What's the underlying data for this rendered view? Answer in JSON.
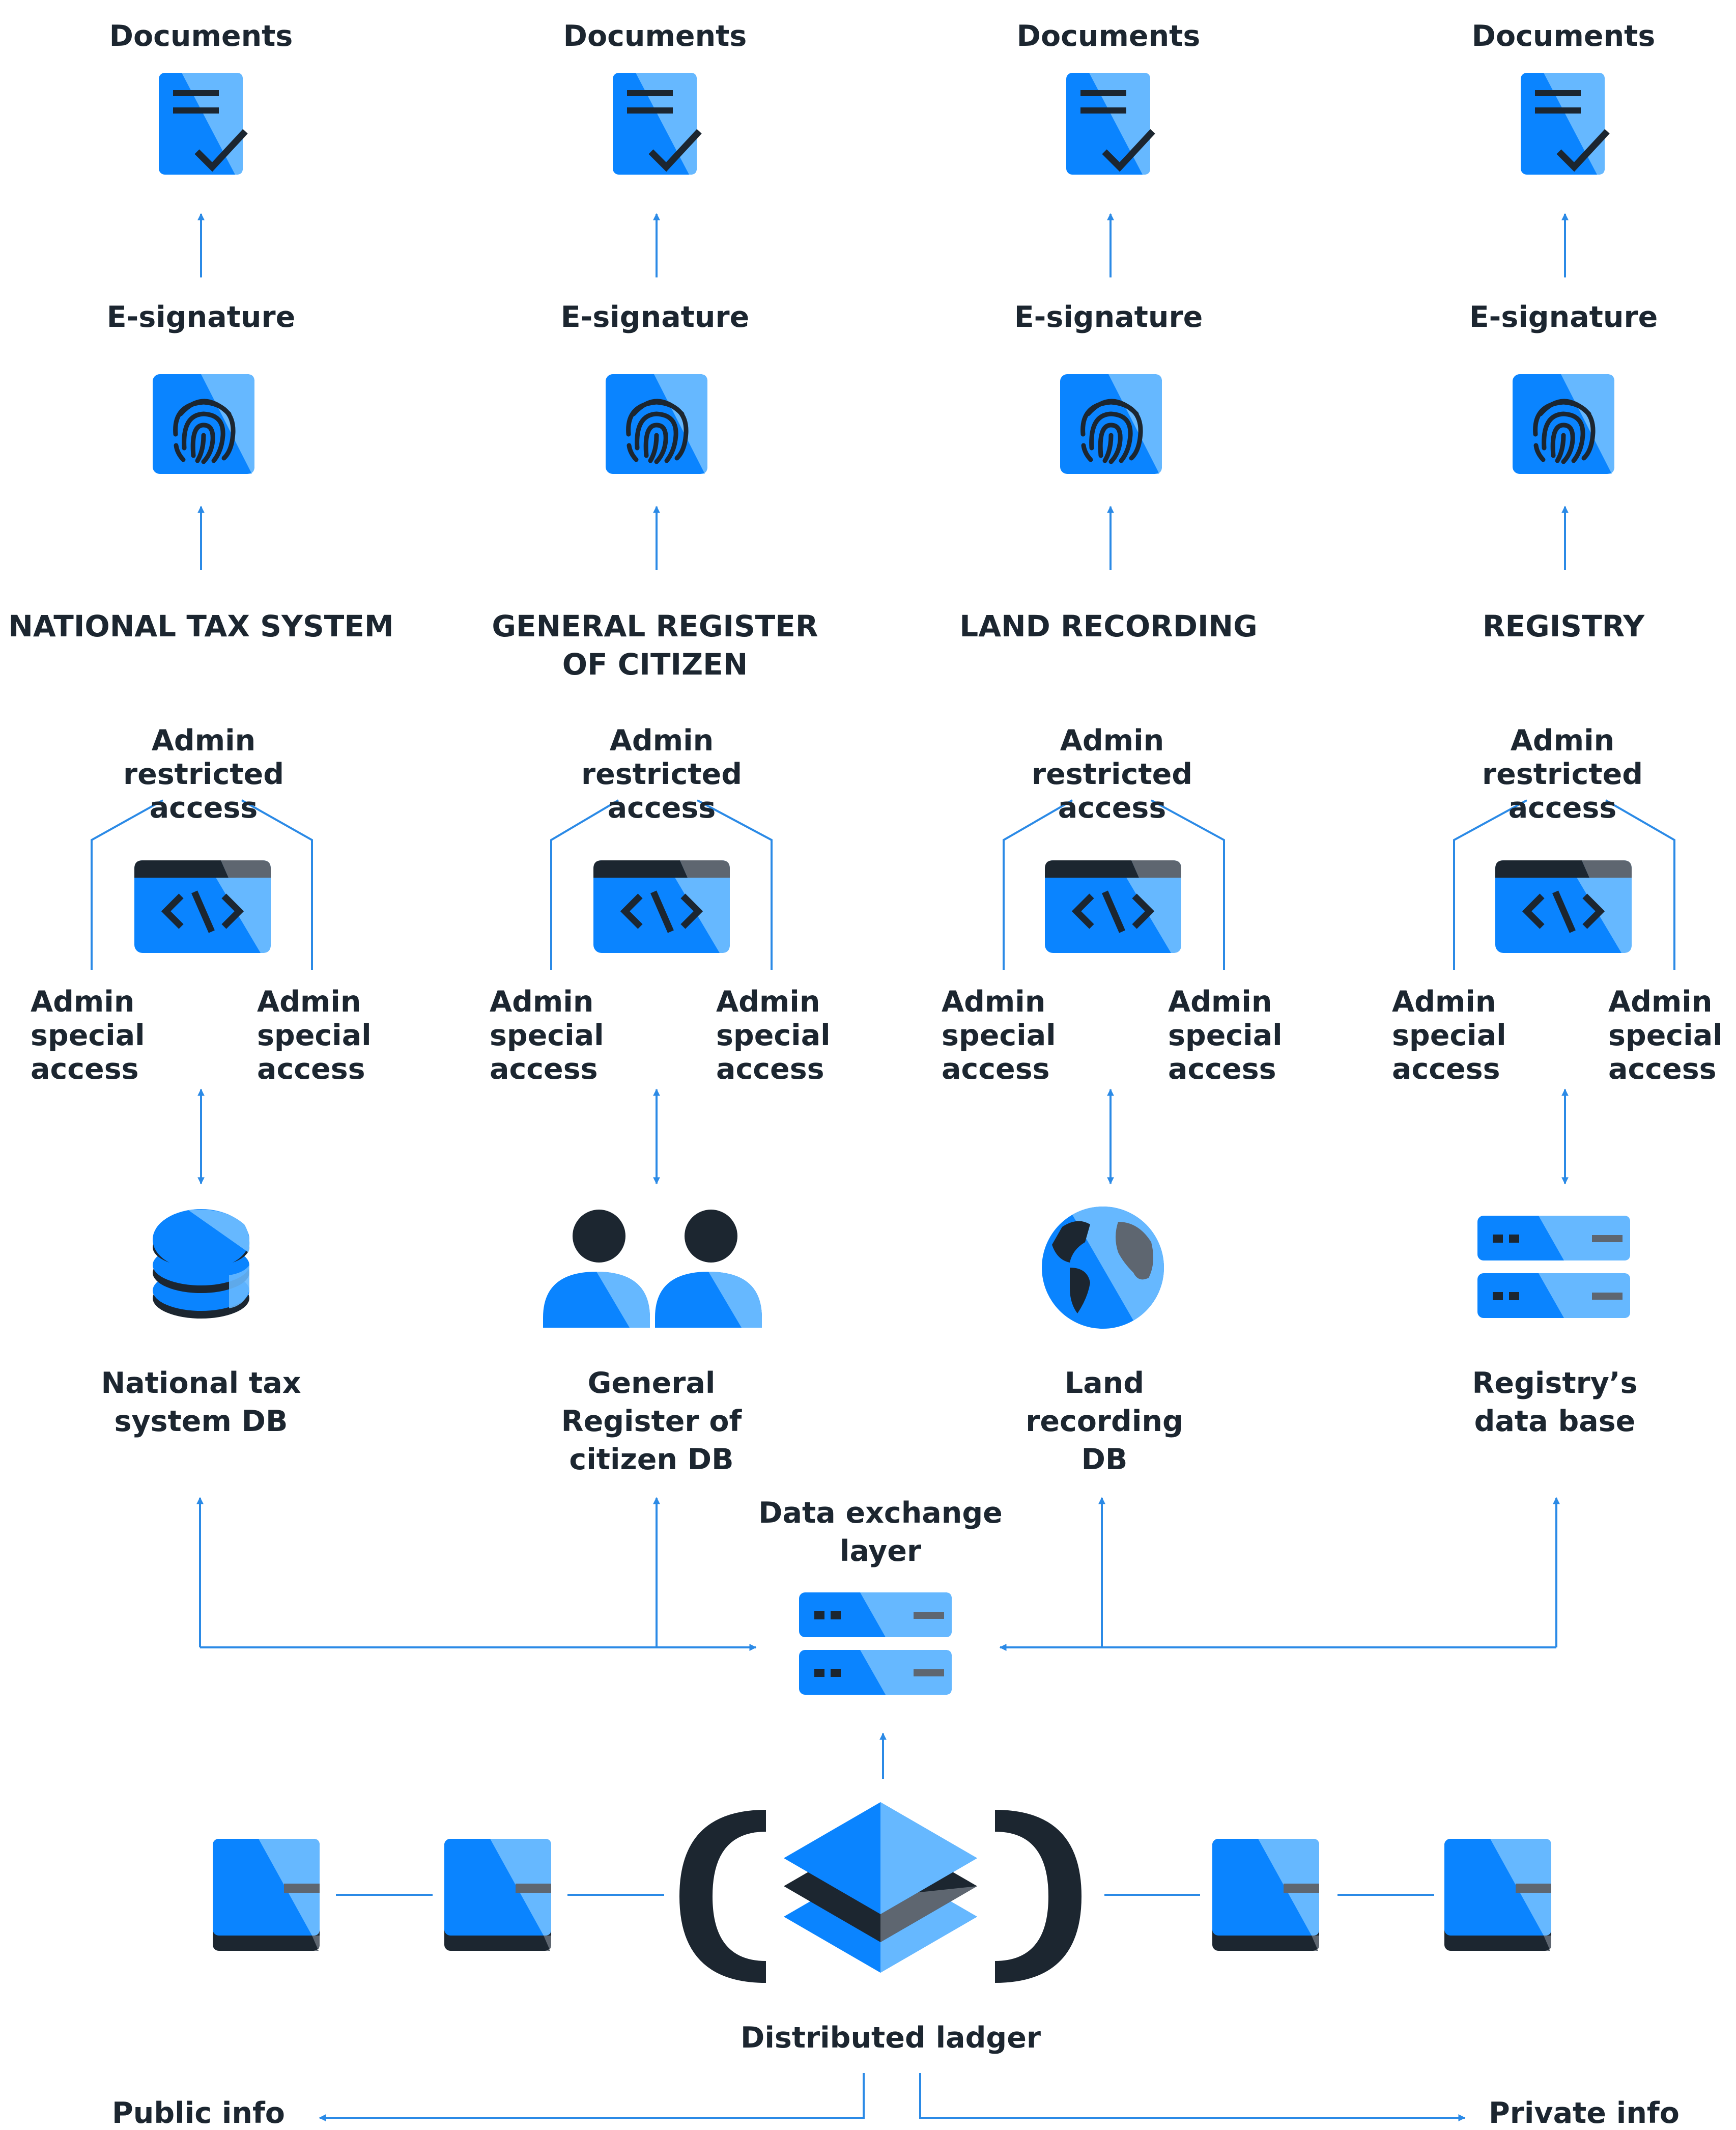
{
  "colors": {
    "blue": "#0a84ff",
    "light_blue": "#66b8ff",
    "dark": "#1c2630",
    "gray": "#5e6670",
    "line": "#2b8ae6"
  },
  "columns": [
    {
      "documents_label": "Documents",
      "esignature_label": "E-signature",
      "system_title": "NATIONAL TAX SYSTEM",
      "admin_restricted_label": "Admin restricted access",
      "admin_special_left": "Admin special access",
      "admin_special_right": "Admin special access",
      "db_label": "National tax system DB",
      "db_icon": "database-stack-icon"
    },
    {
      "documents_label": "Documents",
      "esignature_label": "E-signature",
      "system_title": "GENERAL REGISTER OF CITIZEN",
      "admin_restricted_label": "Admin restricted access",
      "admin_special_left": "Admin special access",
      "admin_special_right": "Admin special access",
      "db_label": "General Register of citizen DB",
      "db_icon": "people-icon"
    },
    {
      "documents_label": "Documents",
      "esignature_label": "E-signature",
      "system_title": "LAND RECORDING",
      "admin_restricted_label": "Admin restricted access",
      "admin_special_left": "Admin special access",
      "admin_special_right": "Admin special access",
      "db_label": "Land recording DB",
      "db_icon": "globe-icon"
    },
    {
      "documents_label": "Documents",
      "esignature_label": "E-signature",
      "system_title": "REGISTRY",
      "admin_restricted_label": "Admin restricted access",
      "admin_special_left": "Admin special access",
      "admin_special_right": "Admin special access",
      "db_label": "Registry’s data base",
      "db_icon": "server-icon"
    }
  ],
  "data_exchange_label": "Data exchange layer",
  "ledger_label": "Distributed ladger",
  "public_info_label": "Public info",
  "private_info_label": "Private info",
  "icons": {
    "document": "document-check-icon",
    "esignature": "fingerprint-icon",
    "admin_panel": "code-window-icon",
    "exchange": "server-icon",
    "ledger": "layers-icon",
    "ledger_node": "node-icon"
  }
}
